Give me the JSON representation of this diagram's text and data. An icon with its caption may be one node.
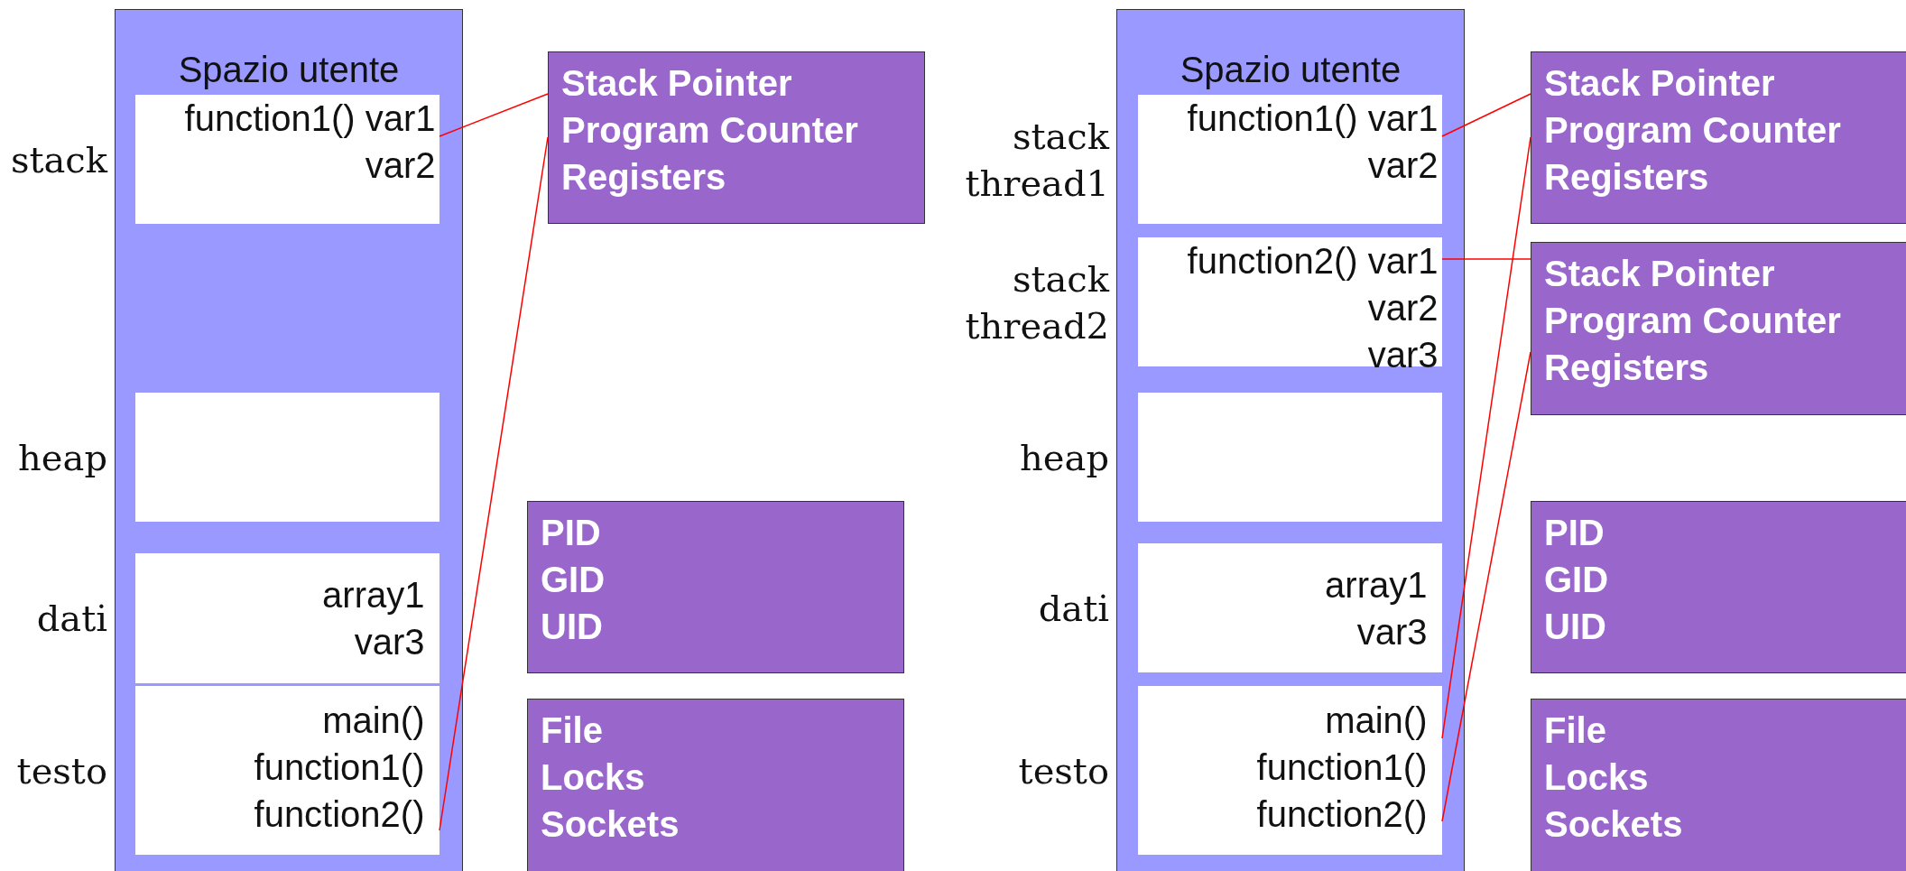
{
  "diagram": {
    "nodes": [
      {
        "text": [
          "Spazio utente"
        ]
      },
      {
        "text": [
          "function1() var1",
          "var2"
        ],
        "in": 0,
        "beside": [
          "stack"
        ]
      },
      {
        "text": [],
        "shape": "box",
        "in": 0,
        "beside": [
          "heap"
        ]
      },
      {
        "text": [
          "array1",
          "var3"
        ],
        "in": 0,
        "beside": [
          "dati"
        ]
      },
      {
        "text": [
          "main()",
          "function1()",
          "function2()"
        ],
        "in": 0,
        "beside": [
          "testo"
        ]
      },
      {
        "text": [
          "Stack Pointer",
          "Program Counter",
          "Registers"
        ]
      },
      {
        "text": [
          "PID",
          "GID",
          "UID"
        ]
      },
      {
        "text": [
          "File",
          "Locks",
          "Sockets"
        ]
      },
      {
        "text": [
          "Spazio utente"
        ]
      },
      {
        "text": [
          "function1() var1",
          "var2"
        ],
        "in": 8,
        "beside": [
          "stack thread1"
        ]
      },
      {
        "text": [
          "function2() var1",
          "var2",
          "var3"
        ],
        "in": 8,
        "beside": [
          "stack thread2"
        ]
      },
      {
        "text": [],
        "shape": "box",
        "in": 8,
        "beside": [
          "heap"
        ]
      },
      {
        "text": [
          "array1",
          "var3"
        ],
        "in": 8,
        "beside": [
          "dati"
        ]
      },
      {
        "text": [
          "main()",
          "function1()",
          "function2()"
        ],
        "in": 8,
        "beside": [
          "testo"
        ]
      },
      {
        "text": [
          "Stack Pointer",
          "Program Counter",
          "Registers"
        ]
      },
      {
        "text": [
          "Stack Pointer",
          "Program Counter",
          "Registers"
        ]
      },
      {
        "text": [
          "PID",
          "GID",
          "UID"
        ]
      },
      {
        "text": [
          "File",
          "Locks",
          "Sockets"
        ]
      }
    ],
    "edges": [
      {
        "from": 1,
        "to": 5,
        "arrow": "none",
        "color": "#ff0000"
      },
      {
        "from": 4,
        "to": 5,
        "arrow": "none",
        "color": "#ff0000"
      },
      {
        "from": 9,
        "to": 14,
        "arrow": "none",
        "color": "#ff0000"
      },
      {
        "from": 10,
        "to": 15,
        "arrow": "none",
        "color": "#ff0000"
      },
      {
        "from": 13,
        "to": 14,
        "arrow": "none",
        "color": "#ff0000"
      },
      {
        "from": 13,
        "to": 15,
        "arrow": "none",
        "color": "#ff0000"
      }
    ]
  }
}
